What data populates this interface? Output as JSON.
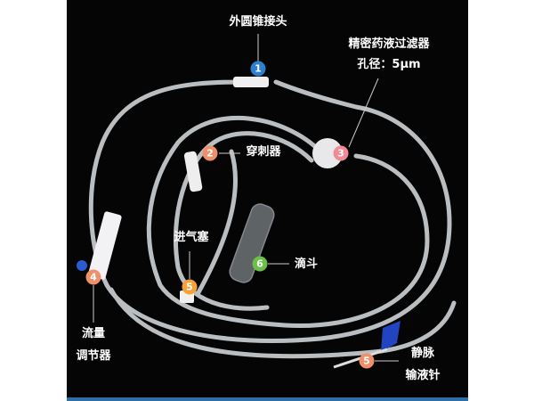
{
  "annotations": [
    {
      "number": "1",
      "color": "#2f7fd0",
      "label": [
        "外圆锥接头"
      ]
    },
    {
      "number": "2",
      "color": "#f0906a",
      "label": [
        "穿刺器"
      ]
    },
    {
      "number": "3",
      "color": "#f08a95",
      "label": [
        "精密药液过滤器",
        "孔径：5μm"
      ]
    },
    {
      "number": "4",
      "color": "#f0906a",
      "label": [
        "流量",
        "调节器"
      ]
    },
    {
      "number": "5",
      "color": "#f5a23a",
      "label": [
        "进气塞"
      ]
    },
    {
      "number": "6",
      "color": "#6cc04a",
      "label": [
        "滴斗"
      ]
    },
    {
      "number": "5",
      "color": "#f0906a",
      "label": [
        "静脉",
        "输液针"
      ]
    }
  ]
}
